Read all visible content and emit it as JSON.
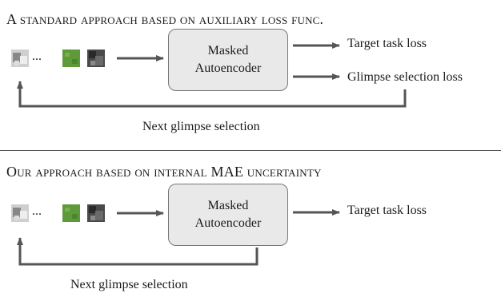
{
  "panel_top": {
    "title": "A standard approach based on auxiliary loss func.",
    "model_line1": "Masked",
    "model_line2": "Autoencoder",
    "outputs": [
      "Target task loss",
      "Glimpse selection loss"
    ],
    "ellipsis": "...",
    "feedback_label": "Next glimpse selection"
  },
  "panel_bottom": {
    "title": "Our approach based on internal MAE uncertainty",
    "model_line1": "Masked",
    "model_line2": "Autoencoder",
    "outputs": [
      "Target task loss"
    ],
    "ellipsis": "...",
    "feedback_label": "Next glimpse selection"
  },
  "colors": {
    "box_fill": "#e9e9e9",
    "box_stroke": "#777777",
    "arrow": "#555555",
    "thumb_bg1": "#b8b8b8",
    "thumb_grass": "#5e9a3a",
    "thumb_dark": "#3a3a3a"
  }
}
